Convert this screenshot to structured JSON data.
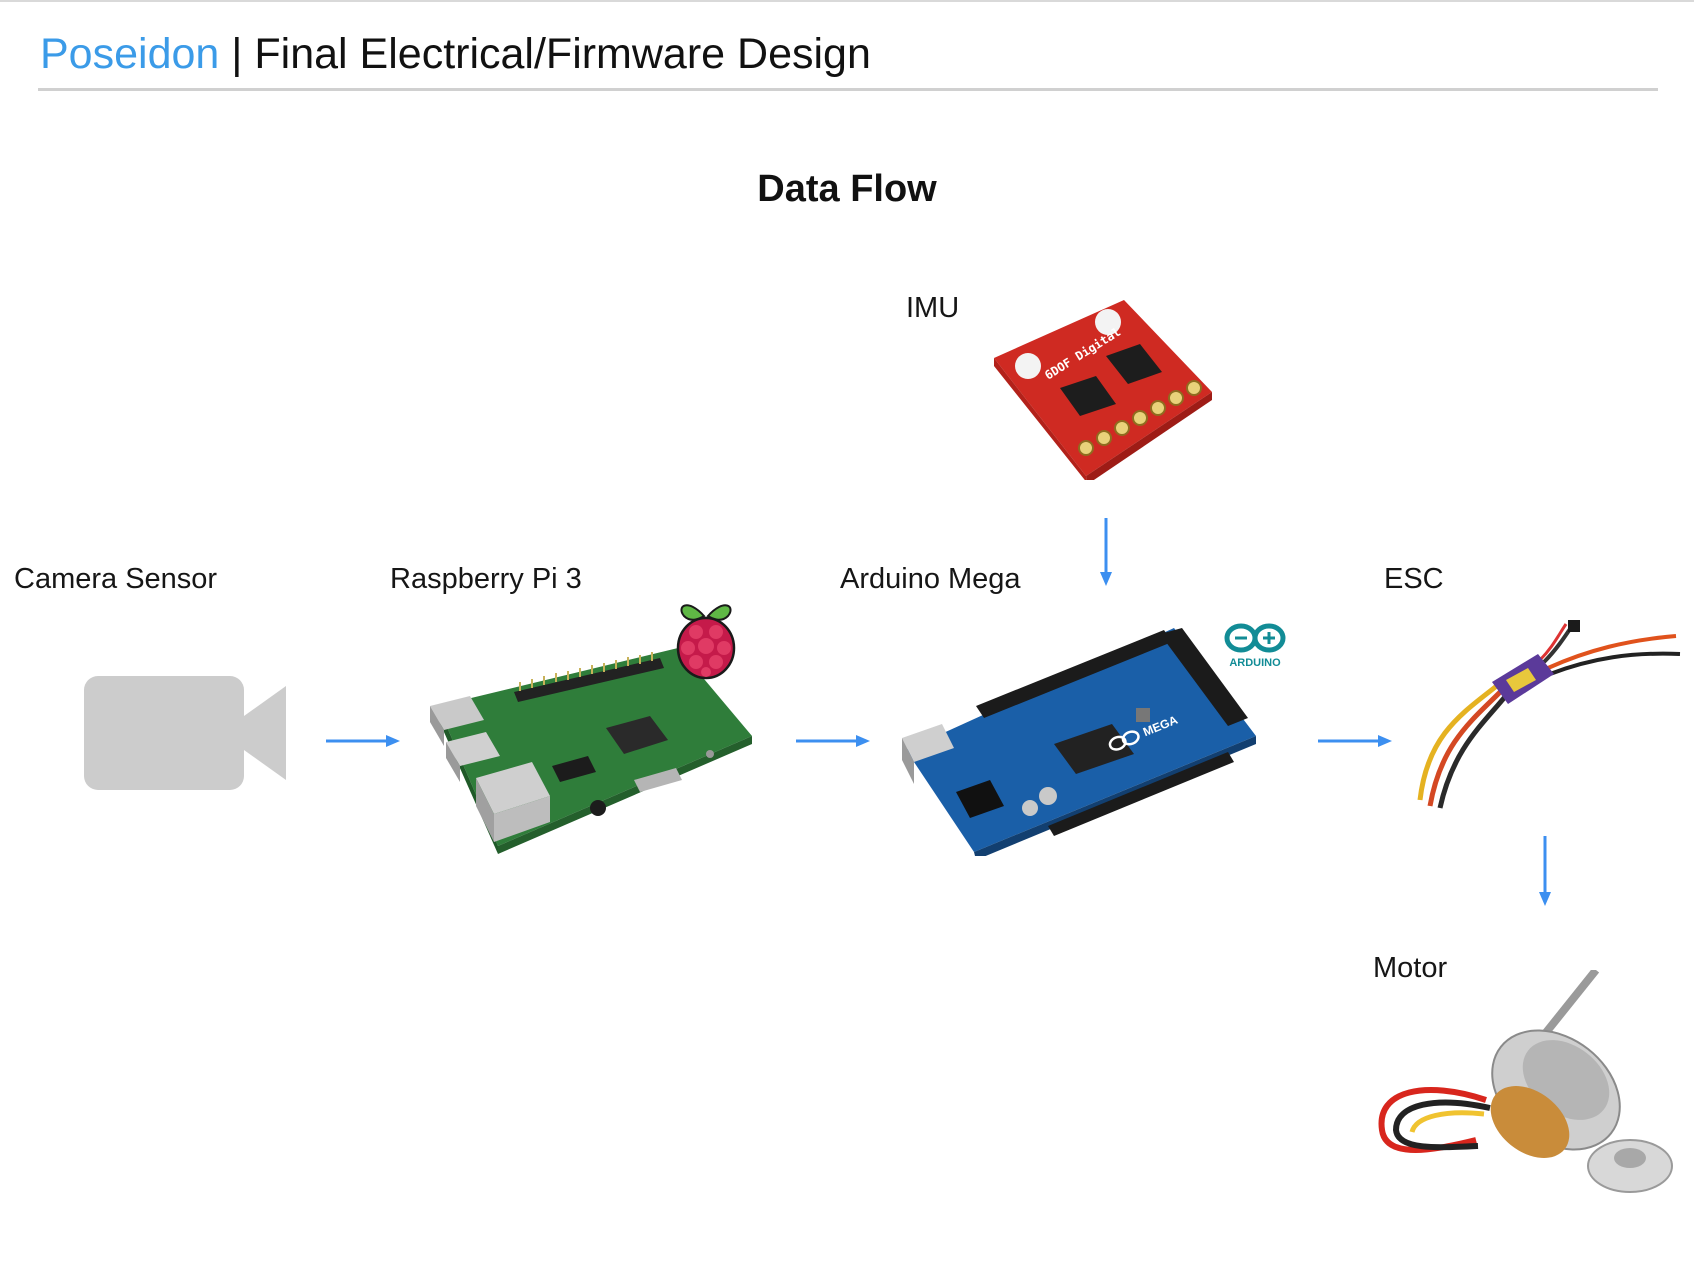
{
  "header": {
    "brand": "Poseidon",
    "separator": " | ",
    "subtitle": "Final Electrical/Firmware Design"
  },
  "diagram": {
    "title": "Data Flow",
    "nodes": {
      "camera": {
        "label": "Camera Sensor",
        "icon": "video-camera-icon"
      },
      "raspberry_pi": {
        "label": "Raspberry Pi 3"
      },
      "arduino": {
        "label": "Arduino Mega"
      },
      "imu": {
        "label": "IMU"
      },
      "esc": {
        "label": "ESC"
      },
      "motor": {
        "label": "Motor"
      }
    },
    "edges": [
      {
        "from": "Camera Sensor",
        "to": "Raspberry Pi 3"
      },
      {
        "from": "Raspberry Pi 3",
        "to": "Arduino Mega"
      },
      {
        "from": "IMU",
        "to": "Arduino Mega"
      },
      {
        "from": "Arduino Mega",
        "to": "ESC"
      },
      {
        "from": "ESC",
        "to": "Motor"
      }
    ],
    "board_markings": {
      "imu_board": "6DOF Digital",
      "arduino_logo": "ARDUINO",
      "arduino_board": "MEGA"
    }
  },
  "colors": {
    "brand": "#3b9be8",
    "arrow": "#3c8ff0",
    "camera_icon": "#cccccc"
  }
}
